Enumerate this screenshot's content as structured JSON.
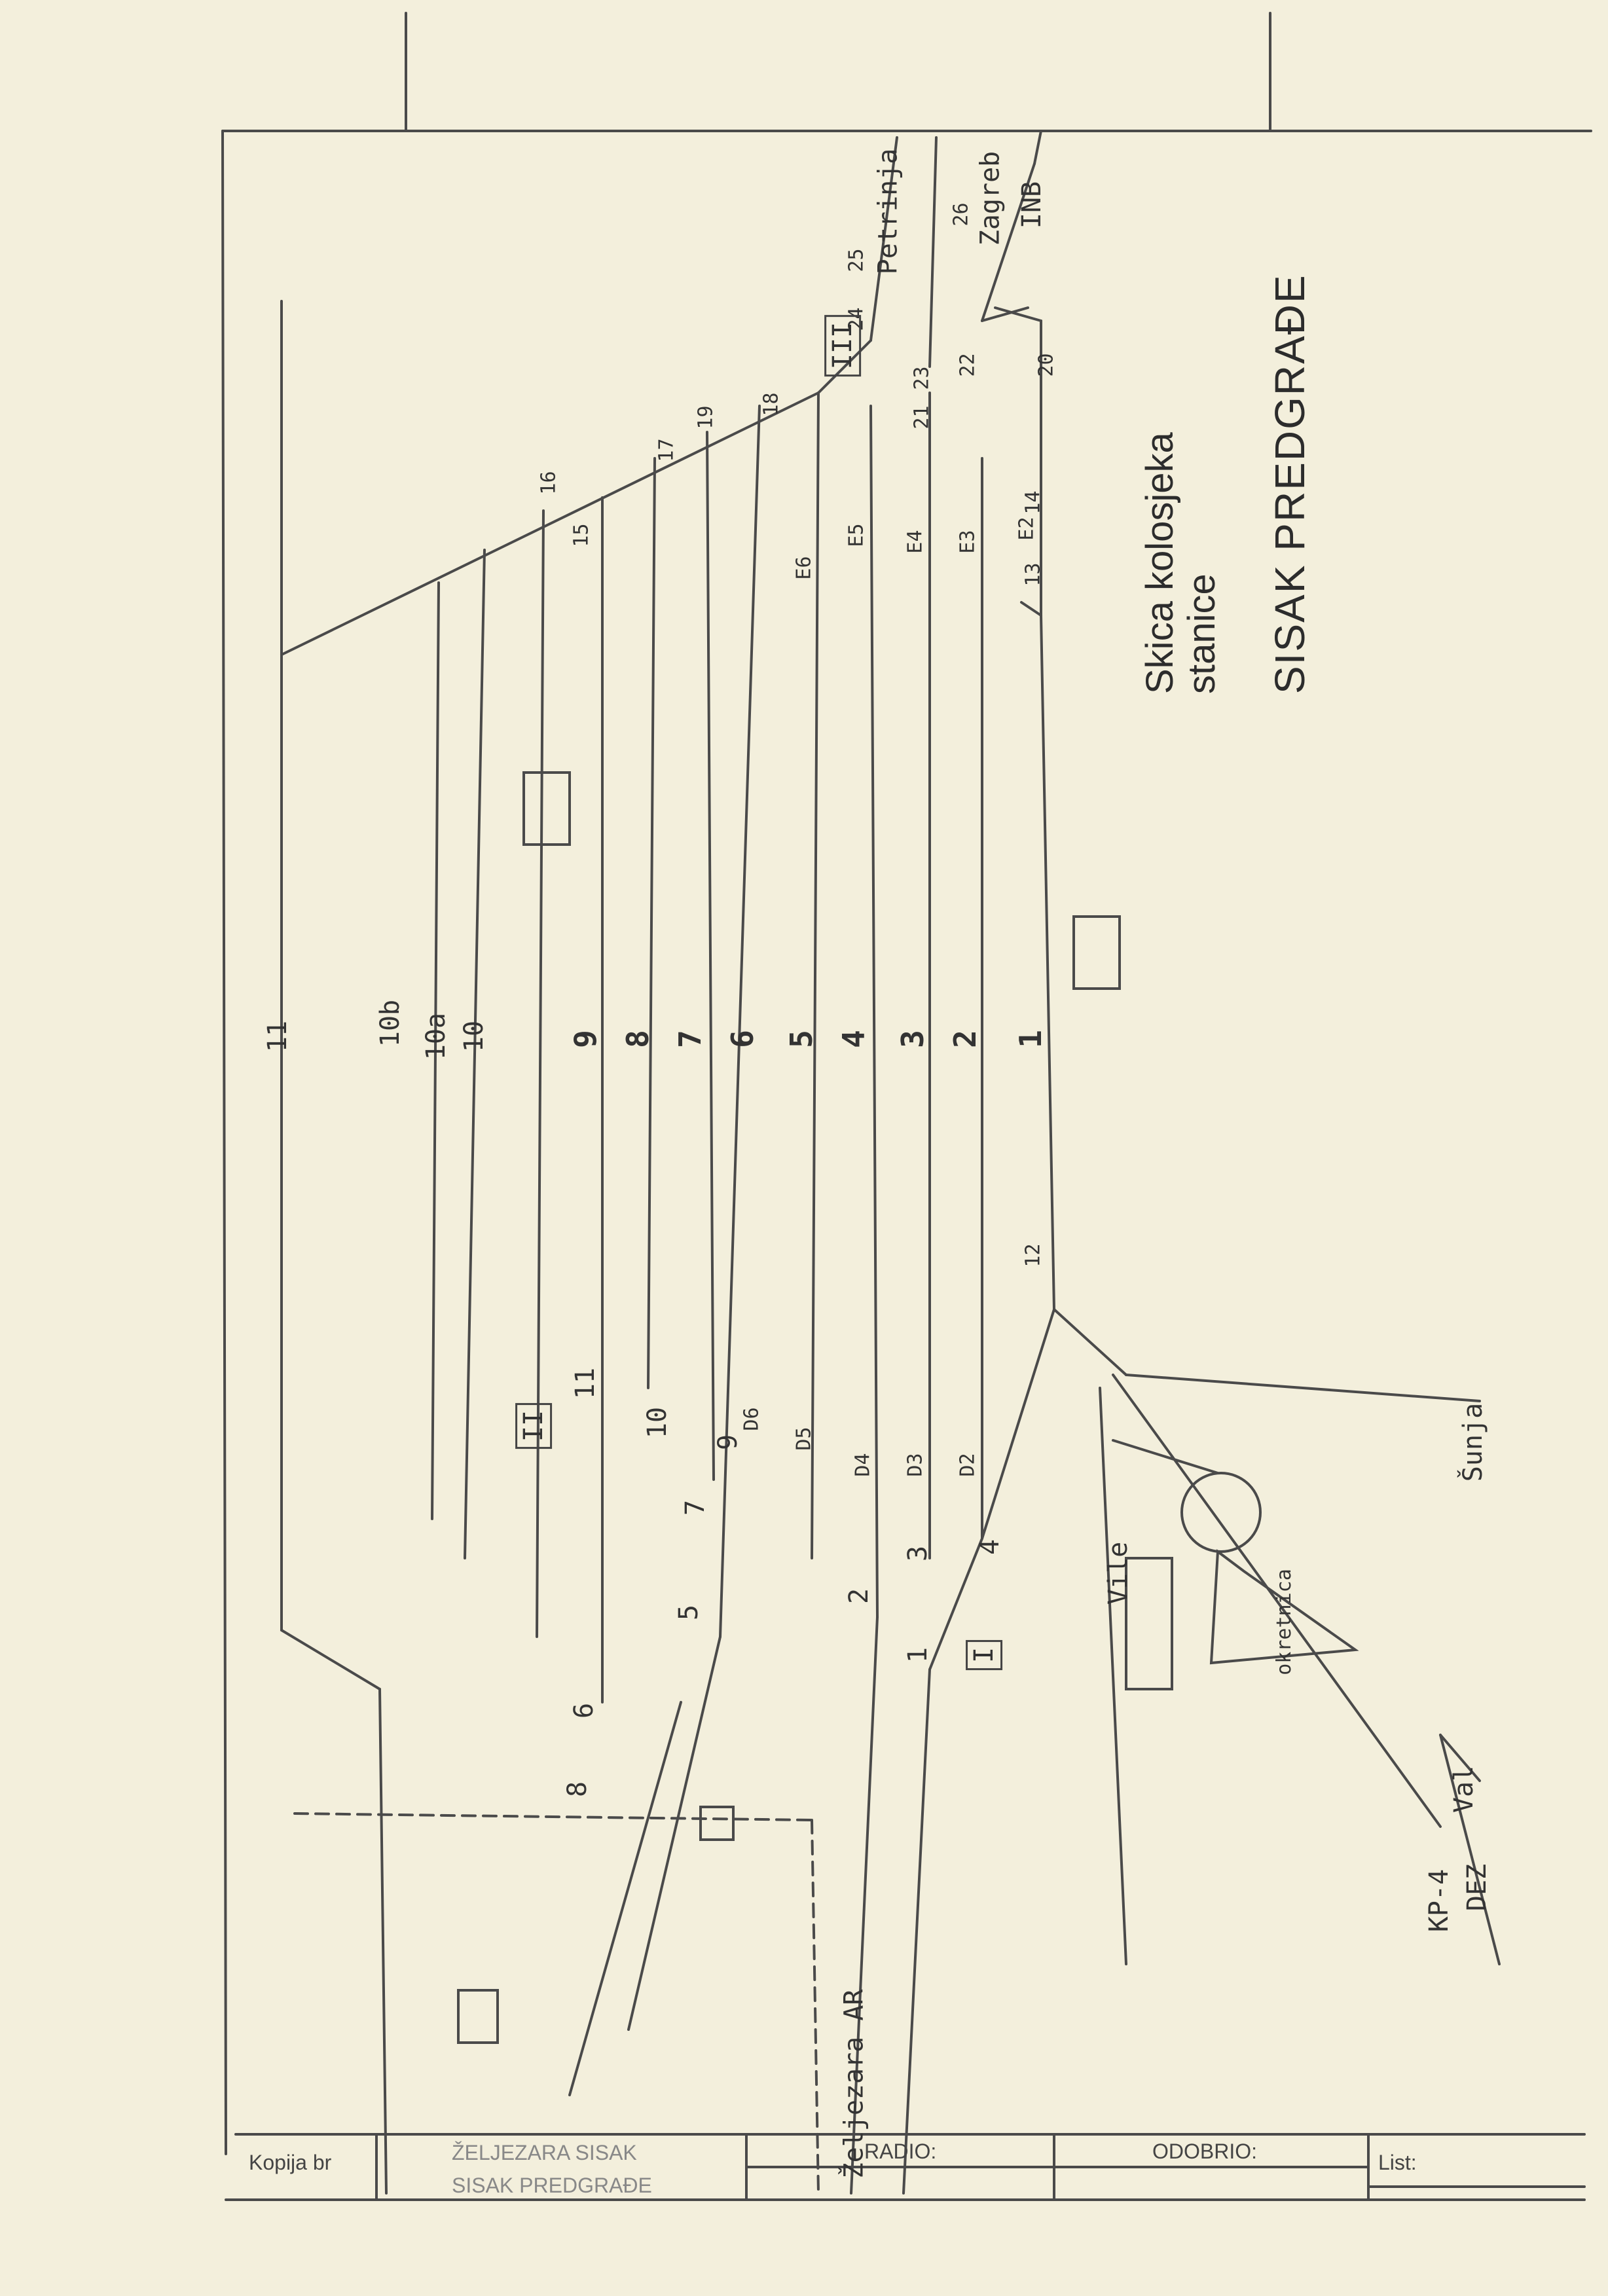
{
  "title": {
    "line1": "Skica kolosjeka",
    "line2": "stanice",
    "line3": "SISAK PREDGRAĐE"
  },
  "tracks": [
    "1",
    "2",
    "3",
    "4",
    "5",
    "6",
    "7",
    "8",
    "9",
    "10",
    "10a",
    "10b",
    "11"
  ],
  "switches_left": [
    "1",
    "2",
    "3",
    "4",
    "5",
    "6",
    "7",
    "8",
    "9",
    "10",
    "11"
  ],
  "switches_right": [
    "12",
    "13",
    "14",
    "15",
    "16",
    "17",
    "18",
    "19",
    "20",
    "21",
    "22",
    "23",
    "24",
    "25",
    "26"
  ],
  "signals": [
    "D2",
    "D3",
    "D4",
    "D5",
    "D6",
    "E2",
    "E3",
    "E4",
    "E5",
    "E6"
  ],
  "directions": {
    "petrinja": "Petrinja",
    "zagreb": "Zagreb",
    "inb": "INB",
    "sunja": "Šunja",
    "val": "Val",
    "kp4": "KP-4",
    "dez": "DEZ",
    "vile": "Vile",
    "zeljezara_ar": "Željezara AR",
    "okretnica": "okretnica"
  },
  "posts": [
    "I",
    "II",
    "III"
  ],
  "title_block": {
    "kopija": "Kopija br",
    "org1": "ŽELJEZARA SISAK",
    "org2": "SISAK PREDGRAĐE",
    "radio": "RADIO:",
    "odobrio": "ODOBRIO:",
    "list": "List:"
  }
}
